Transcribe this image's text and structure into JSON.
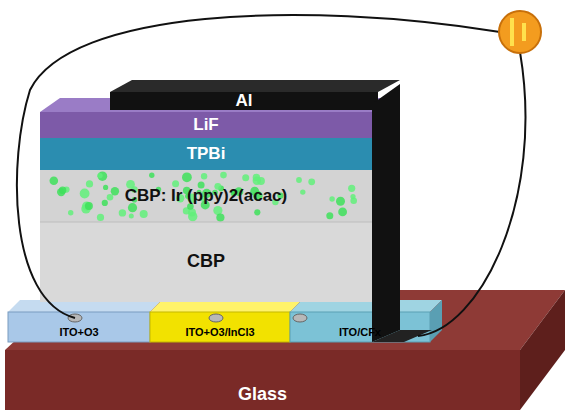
{
  "diagram": {
    "nodes": [
      {
        "text": [
          "Al"
        ]
      },
      {
        "text": [
          "LiF"
        ]
      },
      {
        "text": [
          "TPBi"
        ]
      },
      {
        "text": [
          "CBP: Ir (ppy)2(acac)"
        ]
      },
      {
        "text": [
          "CBP"
        ]
      },
      {
        "text": [
          "ITO+O3"
        ]
      },
      {
        "text": [
          "ITO+O3/InCl3"
        ]
      },
      {
        "text": [
          "ITO/CFx"
        ]
      },
      {
        "text": [
          "Glass"
        ]
      }
    ]
  }
}
